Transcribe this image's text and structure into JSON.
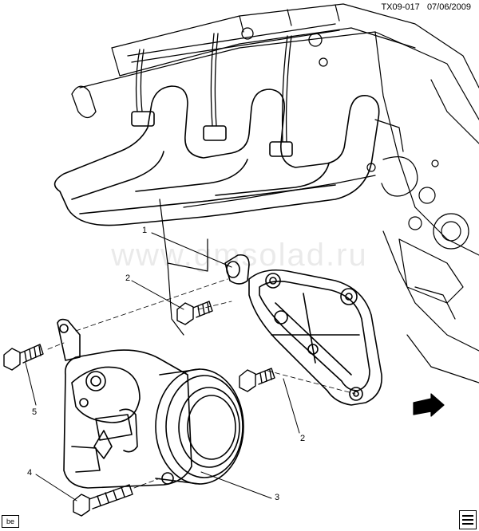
{
  "header": {
    "code": "TX09-017",
    "date": "07/06/2009"
  },
  "watermark": "www.gmsolad.ru",
  "callouts": [
    {
      "id": "callout-1",
      "label": "1"
    },
    {
      "id": "callout-2a",
      "label": "2"
    },
    {
      "id": "callout-2b",
      "label": "2"
    },
    {
      "id": "callout-3",
      "label": "3"
    },
    {
      "id": "callout-4",
      "label": "4"
    },
    {
      "id": "callout-5",
      "label": "5"
    }
  ],
  "footer": {
    "badge": "be"
  },
  "colors": {
    "ink": "#000000",
    "paper": "#ffffff"
  }
}
